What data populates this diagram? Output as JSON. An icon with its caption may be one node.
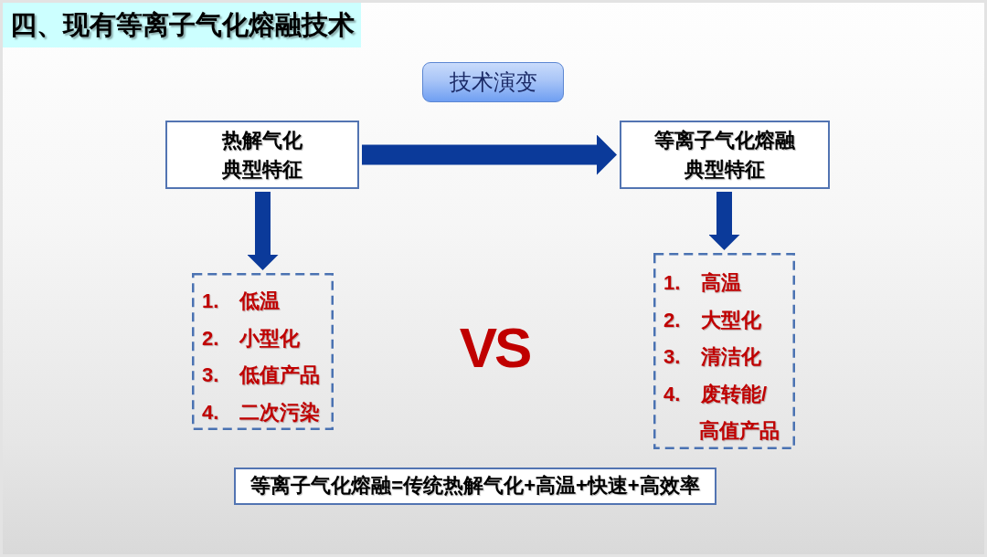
{
  "diagram": {
    "title": "四、现有等离子气化熔融技术",
    "nodes": [
      {
        "text": [
          "技术演变"
        ]
      },
      {
        "text": [
          "热解气化典型特征"
        ]
      },
      {
        "text": [
          "等离子气化熔融典型特征"
        ]
      },
      {
        "text": [
          "1. 低温",
          "2. 小型化",
          "3. 低值产品",
          "4. 二次污染"
        ]
      },
      {
        "text": [
          "1. 高温",
          "2. 大型化",
          "3. 清洁化",
          "4. 废转能/高值产品"
        ]
      },
      {
        "text": [
          "等离子气化熔融=传统热解气化+高温+快速+高效率"
        ]
      }
    ],
    "edges": [
      {
        "from": 1,
        "to": 2,
        "arrow": "to"
      },
      {
        "from": 1,
        "to": 3,
        "arrow": "to"
      },
      {
        "from": 2,
        "to": 4,
        "arrow": "to"
      }
    ],
    "labels": [
      "VS"
    ]
  }
}
